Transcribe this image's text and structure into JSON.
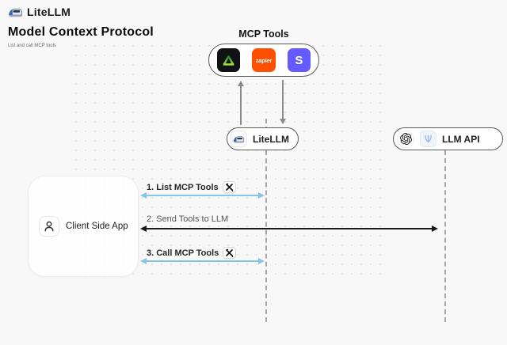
{
  "page": {
    "title": "Model Context Protocol",
    "subtitle": "List and call MCP tools"
  },
  "header": {
    "brand": "LiteLLM",
    "logo_icon": "litellm-train-icon"
  },
  "mcp_tools": {
    "label": "MCP Tools",
    "tools": [
      {
        "name": "green-triangle-tool",
        "icon": "green-triangle-icon",
        "bg": "#111214"
      },
      {
        "name": "zapier",
        "icon": "zapier-logo-icon",
        "label": "zapier",
        "bg": "#ff4f00"
      },
      {
        "name": "stripe",
        "icon": "stripe-logo-icon",
        "label": "S",
        "bg": "#635bff"
      }
    ]
  },
  "nodes": {
    "litellm": {
      "label": "LiteLLM",
      "icon": "litellm-train-icon"
    },
    "llm_api": {
      "label": "LLM API",
      "icons": [
        "openai-logo-icon",
        "llm-provider-icon"
      ]
    },
    "client": {
      "label": "Client Side App",
      "icon": "person-icon"
    }
  },
  "messages": [
    {
      "label": "1. List MCP Tools",
      "tools_badge": true,
      "arrow": "double-headed",
      "color": "#86c5e6"
    },
    {
      "label": "2. Send Tools to LLM",
      "tools_badge": false,
      "arrow": "double-headed",
      "color": "#1a1a1a"
    },
    {
      "label": "3. Call MCP Tools",
      "tools_badge": true,
      "arrow": "double-headed",
      "color": "#86c5e6"
    }
  ],
  "colors": {
    "background": "#f8f8f8",
    "blue_arrow": "#86c5e6",
    "black_arrow": "#1a1a1a",
    "zapier_orange": "#ff4f00",
    "stripe_indigo": "#635bff",
    "lifeline_gray": "#a6a6a6"
  }
}
